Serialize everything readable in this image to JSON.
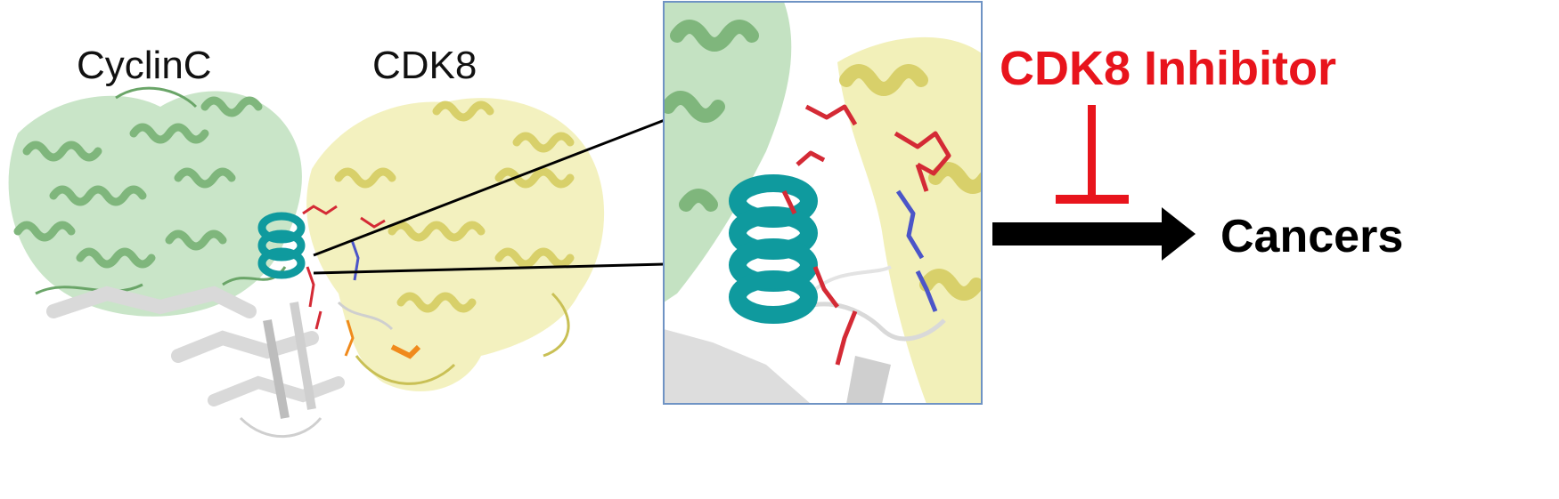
{
  "labels": {
    "cyclin_c": "CyclinC",
    "cdk8": "CDK8",
    "inhibitor": "CDK8 Inhibitor",
    "cancers": "Cancers"
  },
  "colors": {
    "cyclin_c_protein": "#9ccf9a",
    "cdk8_protein": "#eae68a",
    "hinge_helix": "#0f9a9e",
    "sheets": "#d9d9d9",
    "ligand_red": "#d42a35",
    "ligand_blue": "#4b55c8",
    "ligand_orange": "#f08a1c",
    "inhibitor_text": "#e8141c",
    "inset_border": "#6f93c4"
  },
  "icons": {
    "inhibition": "t-bar-inhibition-icon",
    "promotion": "right-arrow-icon"
  }
}
